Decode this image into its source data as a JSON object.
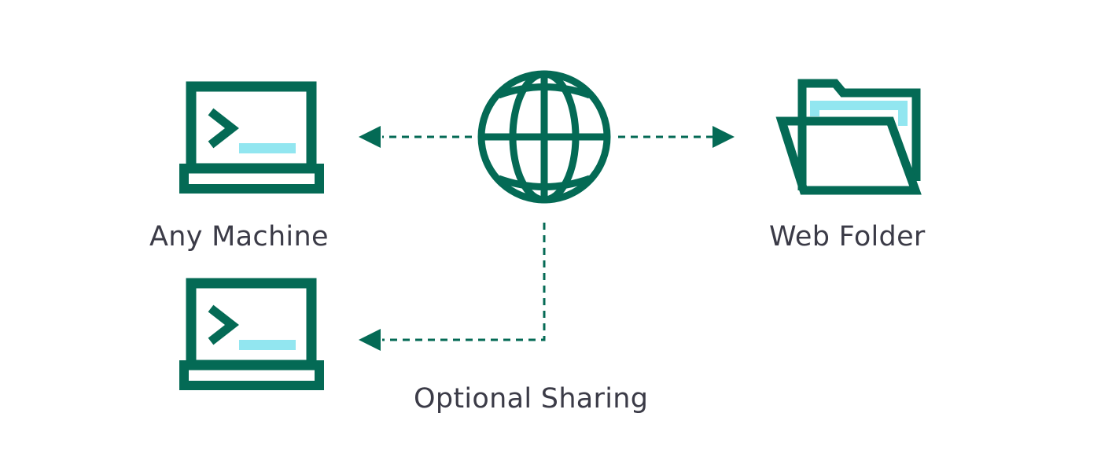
{
  "labels": {
    "any_machine": "Any Machine",
    "web_folder": "Web Folder",
    "optional_sharing": "Optional Sharing"
  },
  "colors": {
    "primary_green": "#046a55",
    "accent_cyan": "#92e6f0",
    "text_dark": "#3b3b47",
    "background": "#ffffff"
  },
  "icons": {
    "laptop_top": "terminal-laptop-icon",
    "laptop_bottom": "terminal-laptop-icon",
    "globe": "globe-icon",
    "folder": "open-folder-icon"
  }
}
